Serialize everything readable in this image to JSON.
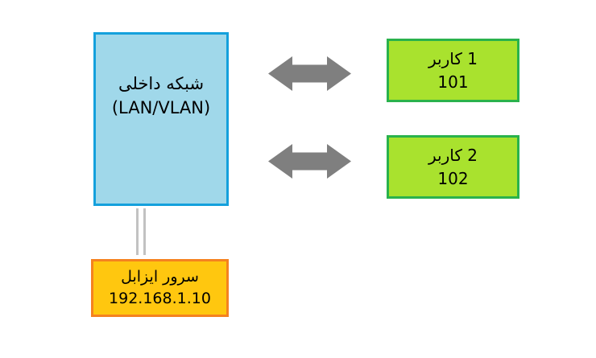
{
  "diagram": {
    "title": "Issabel LAN/VLAN network diagram",
    "nodes": {
      "lan": {
        "line1": "شبکه داخلی",
        "line2": "(LAN/VLAN)",
        "fill": "#A0D8EA",
        "border": "#14A0DC"
      },
      "user1": {
        "line1": "کاربر ‎1",
        "line2": "101",
        "fill": "#A9E22E",
        "border": "#2AB24C"
      },
      "user2": {
        "line1": "کاربر ‎2",
        "line2": "102",
        "fill": "#A9E22E",
        "border": "#2AB24C"
      },
      "server": {
        "line1": "سرور ایزابل",
        "line2": "192.168.1.10",
        "fill": "#FFC70F",
        "border": "#F5821F"
      }
    },
    "connectors": {
      "arrow_color": "#7F7F7F",
      "double_line_color": "#C2C2C2"
    }
  }
}
